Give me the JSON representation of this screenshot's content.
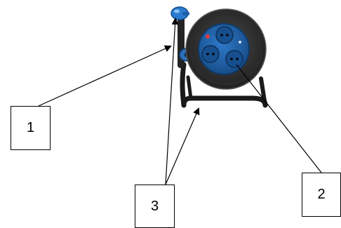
{
  "labels": {
    "label_1": "1",
    "label_2": "2",
    "label_3": "3"
  },
  "colors": {
    "reel_body": "#3a3a3a",
    "socket_blue": "#1f5fa8",
    "plug_blue": "#2a7bd0",
    "frame": "#1c1c1c",
    "outline": "#000000"
  }
}
